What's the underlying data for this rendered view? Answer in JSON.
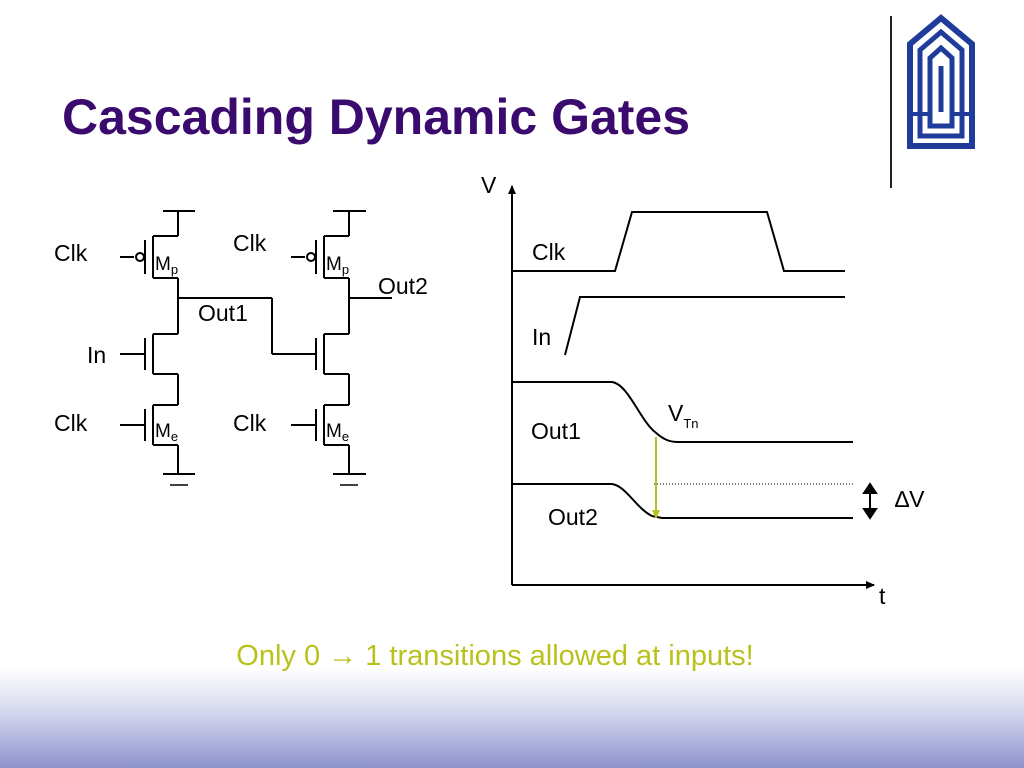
{
  "slide": {
    "title": "Cascading Dynamic Gates",
    "caption": "Only 0 → 1 transitions allowed at inputs!"
  },
  "circuit": {
    "stage1": {
      "clk_top": "Clk",
      "mp_main": "M",
      "mp_sub": "p",
      "output": "Out1",
      "input": "In",
      "clk_bottom": "Clk",
      "me_main": "M",
      "me_sub": "e"
    },
    "stage2": {
      "clk_top": "Clk",
      "mp_main": "M",
      "mp_sub": "p",
      "output": "Out2",
      "clk_bottom": "Clk",
      "me_main": "M",
      "me_sub": "e"
    }
  },
  "waveforms": {
    "y_axis": "V",
    "x_axis": "t",
    "clk": "Clk",
    "in": "In",
    "out1": "Out1",
    "out2": "Out2",
    "vtn_main": "V",
    "vtn_sub": "Tn",
    "delta_v": "∆V"
  },
  "colors": {
    "title": "#3a0a6e",
    "caption": "#b9c21d",
    "logo": "#1f3c9b",
    "annotation": "#b9c21d"
  }
}
